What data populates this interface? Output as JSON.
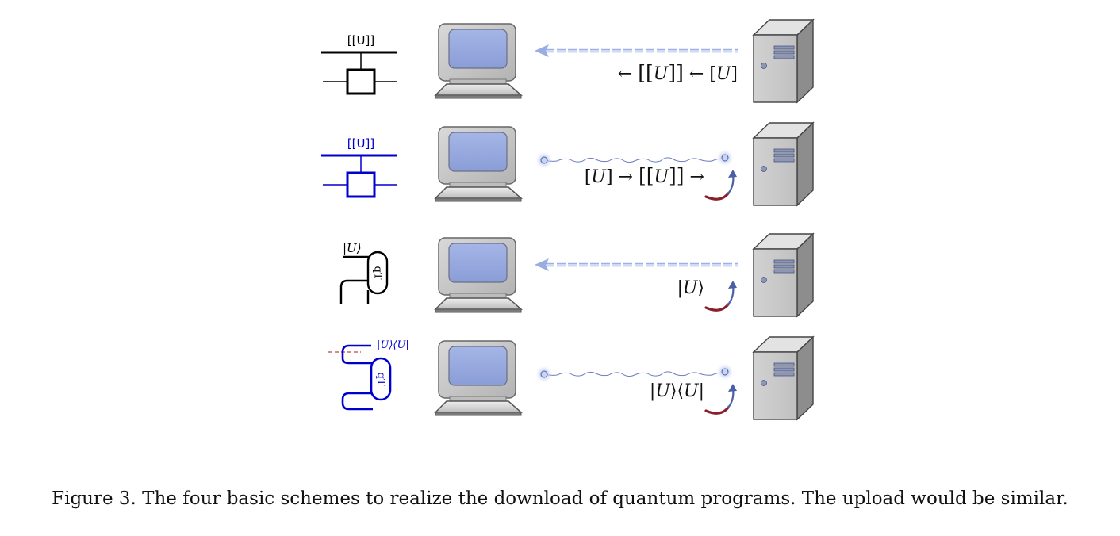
{
  "caption": "Figure 3. The four basic schemes to realize the download of quantum programs. The upload would be similar.",
  "colors": {
    "classical_wire": "#000000",
    "quantum_wire": "#0000cc",
    "screen": "#93a6dc",
    "beam": "#a9bdee",
    "arc_red": "#8a1f2c",
    "arc_blue": "#4a5fa6",
    "server_body": "#c8c8c8"
  },
  "rows": [
    {
      "symbol_label": "[[U]]",
      "symbol_type": "classical-gate",
      "channel": "classical-beam",
      "label_parts": [
        "← ",
        "[[",
        "U",
        "]]",
        "  ← ",
        "[",
        "U",
        "]"
      ],
      "has_arc": false
    },
    {
      "symbol_label": "[[U]]",
      "symbol_type": "quantum-gate",
      "channel": "quantum-wave",
      "label_parts": [
        "[",
        "U",
        "] → ",
        "[[",
        "U",
        "]]",
        " →"
      ],
      "has_arc": true
    },
    {
      "symbol_label": "|U⟩",
      "symbol_type": "classical-qt",
      "qt_label": "qT",
      "channel": "classical-beam",
      "label_parts": [
        "|",
        "U",
        "⟩"
      ],
      "has_arc": true
    },
    {
      "symbol_label": "|U⟩⟨U|",
      "symbol_type": "quantum-qt",
      "qt_label": "qT",
      "channel": "quantum-wave",
      "label_parts": [
        "|",
        "U",
        "⟩⟨",
        "U",
        "|"
      ],
      "has_arc": true
    }
  ]
}
